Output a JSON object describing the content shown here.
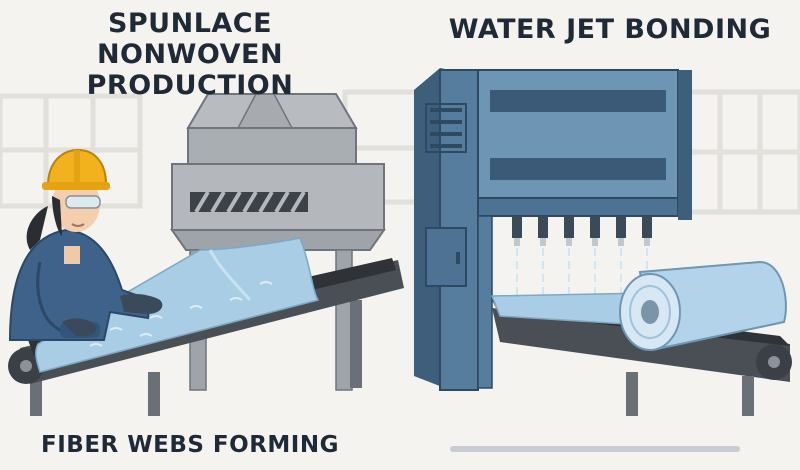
{
  "left_panel": {
    "title_line1": "SPUNLACE NONWOVEN",
    "title_line2": "PRODUCTION",
    "caption": "FIBER WEBS FORMING"
  },
  "right_panel": {
    "title": "WATER JET BONDING"
  },
  "colors": {
    "background": "#f4f3ef",
    "title_text": "#1f2a36",
    "machine_gray": "#9ea4aa",
    "machine_blue": "#4f7596",
    "fiber_web": "#a9cde4",
    "belt": "#4a4f55",
    "worker_uniform": "#3e628a",
    "hard_hat": "#f2b21d"
  },
  "icons": [
    "hard-hat-icon",
    "water-jet-nozzle-icon",
    "fabric-roll-icon"
  ]
}
